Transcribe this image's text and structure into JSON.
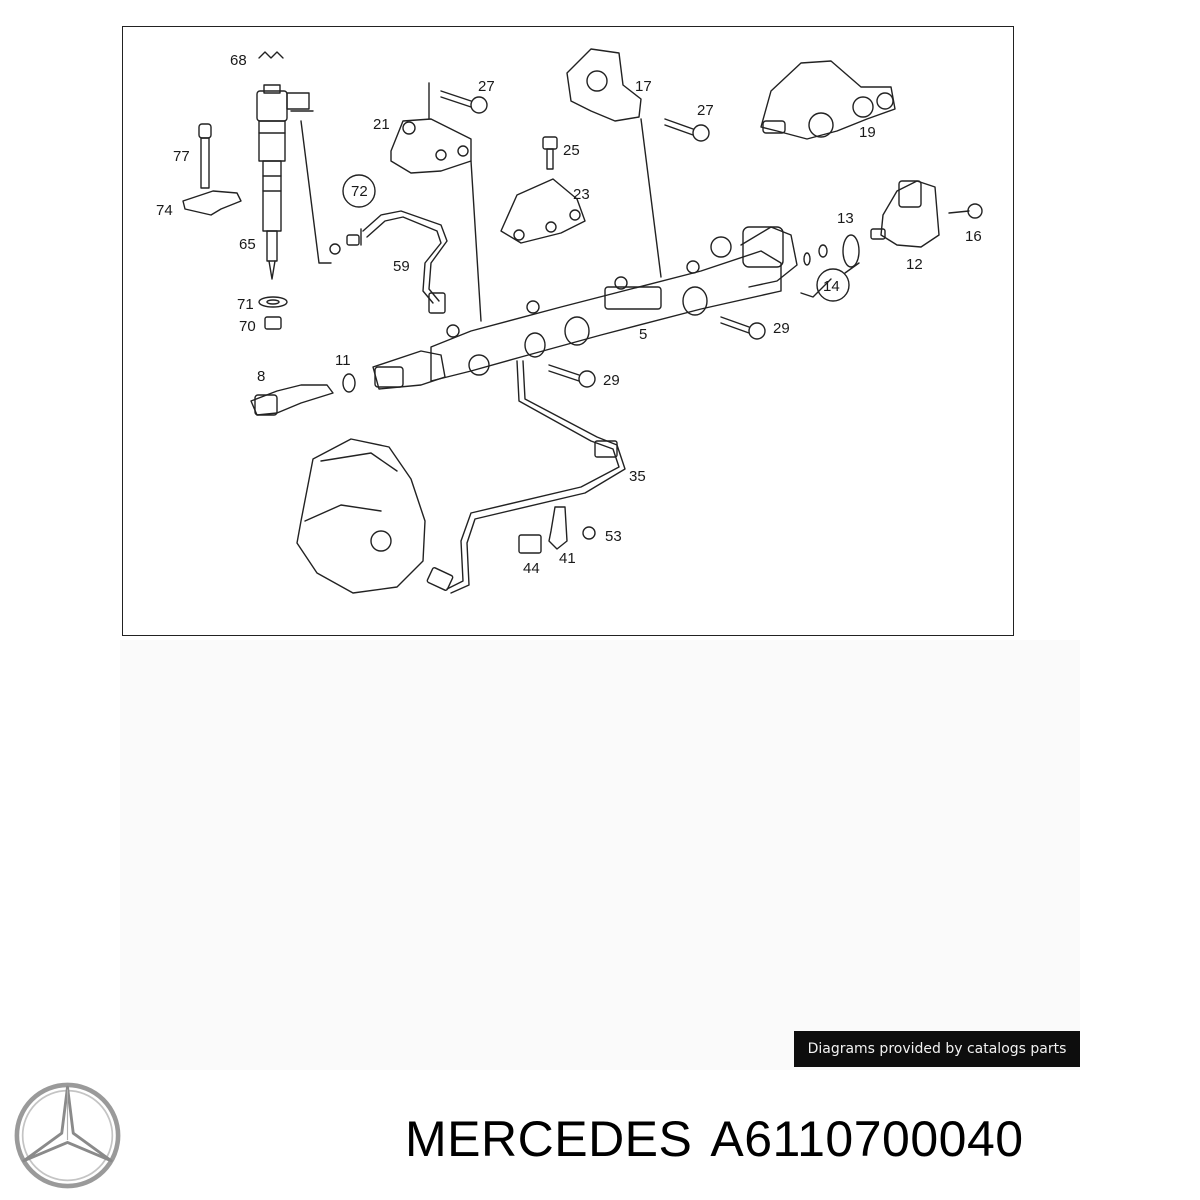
{
  "diagram": {
    "callouts": [
      "68",
      "27",
      "17",
      "27",
      "19",
      "21",
      "25",
      "23",
      "77",
      "72",
      "74",
      "65",
      "59",
      "13",
      "16",
      "12",
      "14",
      "71",
      "70",
      "5",
      "29",
      "8",
      "11",
      "29",
      "35",
      "53",
      "41",
      "44"
    ]
  },
  "credit_text": "Diagrams provided by catalogs parts",
  "product": {
    "brand": "MERCEDES",
    "part_number": "A6110700040"
  },
  "logo": {
    "name": "mercedes-star-logo",
    "color": "#9a9a9a"
  }
}
